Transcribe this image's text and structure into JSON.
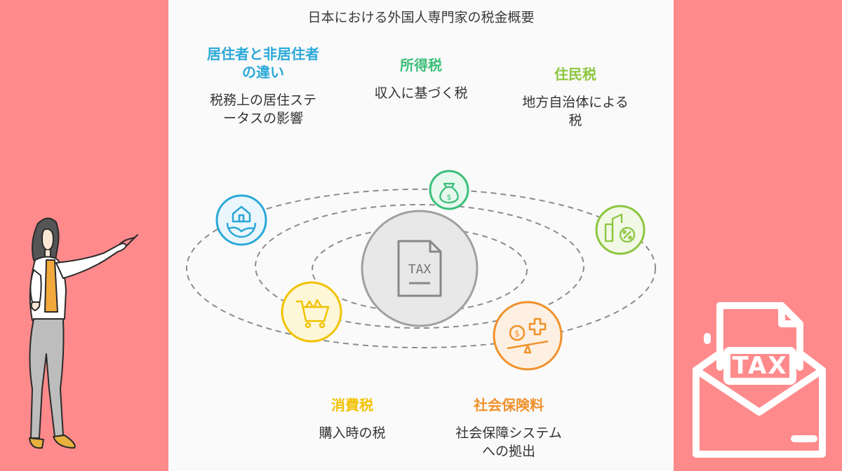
{
  "title": "日本における外国人専門家の税金概要",
  "center": {
    "icon": "tax-document-icon",
    "text": "TAX"
  },
  "topics": {
    "residency": {
      "head_line1": "居住者と非居住者",
      "head_line2": "の違い",
      "desc_line1": "税務上の居住ステ",
      "desc_line2": "ータスの影響",
      "color": "#2aa8d8",
      "icon": "globe-house-icon"
    },
    "income": {
      "head_line1": "所得税",
      "desc_line1": "収入に基づく税",
      "color": "#3cbf7a",
      "icon": "money-bag-icon"
    },
    "resident": {
      "head_line1": "住民税",
      "desc_line1": "地方自治体による",
      "desc_line2": "税",
      "color": "#8cc63f",
      "icon": "city-percent-icon"
    },
    "consumption": {
      "head_line1": "消費税",
      "desc_line1": "購入時の税",
      "color": "#f2c200",
      "icon": "shopping-cart-icon"
    },
    "social": {
      "head_line1": "社会保険料",
      "desc_line1": "社会保障システム",
      "desc_line2": "への拠出",
      "color": "#f0912c",
      "icon": "insurance-scale-icon"
    }
  },
  "decor": {
    "envelope_text": "TAX",
    "envelope_icon": "tax-envelope-icon",
    "presenter": "presenter-woman-illustration"
  }
}
